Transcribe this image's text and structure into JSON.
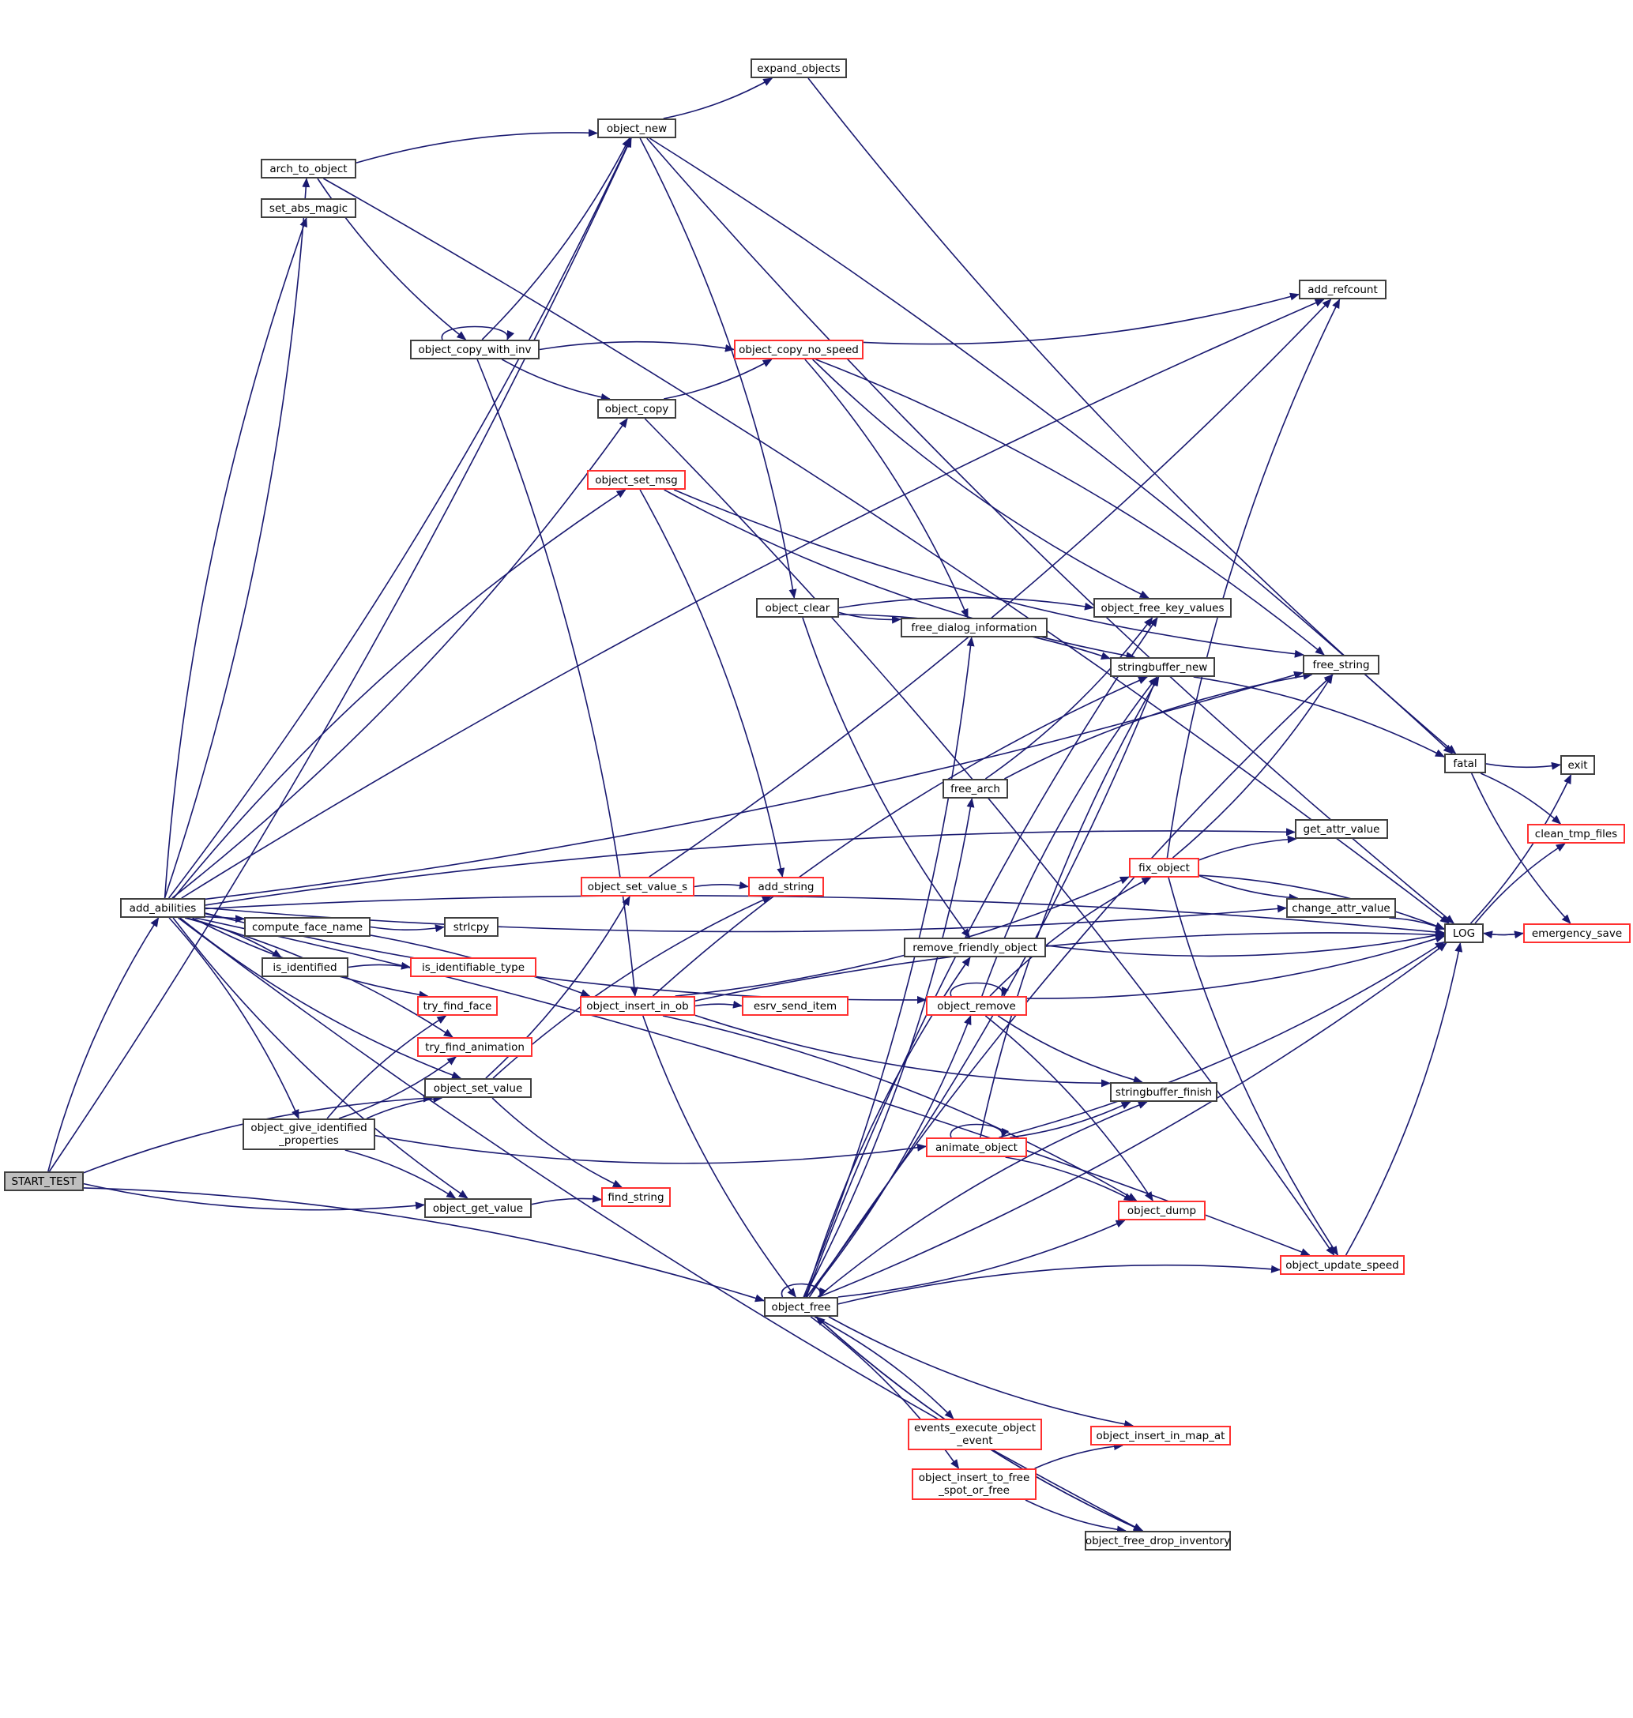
{
  "title": "START_TEST call graph",
  "colors": {
    "edge": "#191970",
    "node_border": "#404040",
    "external_border": "#ff3030",
    "root_fill": "#bfbfbf"
  },
  "nodes": [
    {
      "id": "START_TEST",
      "label": "START_TEST",
      "kind": "root"
    },
    {
      "id": "add_abilities",
      "label": "add_abilities",
      "kind": "normal"
    },
    {
      "id": "arch_to_object",
      "label": "arch_to_object",
      "kind": "normal"
    },
    {
      "id": "set_abs_magic",
      "label": "set_abs_magic",
      "kind": "normal"
    },
    {
      "id": "object_new",
      "label": "object_new",
      "kind": "normal"
    },
    {
      "id": "expand_objects",
      "label": "expand_objects",
      "kind": "normal"
    },
    {
      "id": "object_copy_with_inv",
      "label": "object_copy_with_inv",
      "kind": "normal"
    },
    {
      "id": "object_copy_no_speed",
      "label": "object_copy_no_speed",
      "kind": "external"
    },
    {
      "id": "add_refcount",
      "label": "add_refcount",
      "kind": "normal"
    },
    {
      "id": "object_copy",
      "label": "object_copy",
      "kind": "normal"
    },
    {
      "id": "object_set_msg",
      "label": "object_set_msg",
      "kind": "external"
    },
    {
      "id": "object_clear",
      "label": "object_clear",
      "kind": "normal"
    },
    {
      "id": "free_dialog_information",
      "label": "free_dialog_information",
      "kind": "normal"
    },
    {
      "id": "object_free_key_values",
      "label": "object_free_key_values",
      "kind": "normal"
    },
    {
      "id": "stringbuffer_new",
      "label": "stringbuffer_new",
      "kind": "normal"
    },
    {
      "id": "free_string",
      "label": "free_string",
      "kind": "normal"
    },
    {
      "id": "fatal",
      "label": "fatal",
      "kind": "normal"
    },
    {
      "id": "exit",
      "label": "exit",
      "kind": "normal"
    },
    {
      "id": "free_arch",
      "label": "free_arch",
      "kind": "normal"
    },
    {
      "id": "get_attr_value",
      "label": "get_attr_value",
      "kind": "normal"
    },
    {
      "id": "clean_tmp_files",
      "label": "clean_tmp_files",
      "kind": "external"
    },
    {
      "id": "fix_object",
      "label": "fix_object",
      "kind": "external"
    },
    {
      "id": "object_set_value_s",
      "label": "object_set_value_s",
      "kind": "external"
    },
    {
      "id": "add_string",
      "label": "add_string",
      "kind": "external"
    },
    {
      "id": "change_attr_value",
      "label": "change_attr_value",
      "kind": "normal"
    },
    {
      "id": "LOG",
      "label": "LOG",
      "kind": "normal"
    },
    {
      "id": "emergency_save",
      "label": "emergency_save",
      "kind": "external"
    },
    {
      "id": "compute_face_name",
      "label": "compute_face_name",
      "kind": "normal"
    },
    {
      "id": "strlcpy",
      "label": "strlcpy",
      "kind": "normal"
    },
    {
      "id": "remove_friendly_object",
      "label": "remove_friendly_object",
      "kind": "normal"
    },
    {
      "id": "is_identified",
      "label": "is_identified",
      "kind": "normal"
    },
    {
      "id": "is_identifiable_type",
      "label": "is_identifiable_type",
      "kind": "external"
    },
    {
      "id": "object_insert_in_ob",
      "label": "object_insert_in_ob",
      "kind": "external"
    },
    {
      "id": "esrv_send_item",
      "label": "esrv_send_item",
      "kind": "external"
    },
    {
      "id": "object_remove",
      "label": "object_remove",
      "kind": "external"
    },
    {
      "id": "try_find_face",
      "label": "try_find_face",
      "kind": "external"
    },
    {
      "id": "try_find_animation",
      "label": "try_find_animation",
      "kind": "external"
    },
    {
      "id": "object_set_value",
      "label": "object_set_value",
      "kind": "normal"
    },
    {
      "id": "stringbuffer_finish",
      "label": "stringbuffer_finish",
      "kind": "normal"
    },
    {
      "id": "object_give_identified_properties",
      "label": "object_give_identified\n_properties",
      "kind": "normal"
    },
    {
      "id": "animate_object",
      "label": "animate_object",
      "kind": "external"
    },
    {
      "id": "object_get_value",
      "label": "object_get_value",
      "kind": "normal"
    },
    {
      "id": "find_string",
      "label": "find_string",
      "kind": "external"
    },
    {
      "id": "object_dump",
      "label": "object_dump",
      "kind": "external"
    },
    {
      "id": "object_update_speed",
      "label": "object_update_speed",
      "kind": "external"
    },
    {
      "id": "object_free",
      "label": "object_free",
      "kind": "normal"
    },
    {
      "id": "events_execute_object_event",
      "label": "events_execute_object\n_event",
      "kind": "external"
    },
    {
      "id": "object_insert_in_map_at",
      "label": "object_insert_in_map_at",
      "kind": "external"
    },
    {
      "id": "object_insert_to_free_spot_or_free",
      "label": "object_insert_to_free\n_spot_or_free",
      "kind": "external"
    },
    {
      "id": "object_free_drop_inventory",
      "label": "object_free_drop_inventory",
      "kind": "normal"
    }
  ],
  "edges": [
    [
      "START_TEST",
      "add_abilities"
    ],
    [
      "START_TEST",
      "object_new"
    ],
    [
      "START_TEST",
      "object_set_value"
    ],
    [
      "START_TEST",
      "object_get_value"
    ],
    [
      "START_TEST",
      "object_free"
    ],
    [
      "add_abilities",
      "arch_to_object"
    ],
    [
      "add_abilities",
      "set_abs_magic"
    ],
    [
      "add_abilities",
      "object_new"
    ],
    [
      "add_abilities",
      "add_refcount"
    ],
    [
      "add_abilities",
      "object_copy"
    ],
    [
      "add_abilities",
      "object_set_msg"
    ],
    [
      "add_abilities",
      "free_string"
    ],
    [
      "add_abilities",
      "get_attr_value"
    ],
    [
      "add_abilities",
      "change_attr_value"
    ],
    [
      "add_abilities",
      "object_insert_in_ob"
    ],
    [
      "add_abilities",
      "compute_face_name"
    ],
    [
      "add_abilities",
      "is_identified"
    ],
    [
      "add_abilities",
      "try_find_face"
    ],
    [
      "add_abilities",
      "try_find_animation"
    ],
    [
      "add_abilities",
      "object_set_value"
    ],
    [
      "add_abilities",
      "object_give_identified_properties"
    ],
    [
      "add_abilities",
      "object_get_value"
    ],
    [
      "add_abilities",
      "object_update_speed"
    ],
    [
      "add_abilities",
      "object_free_drop_inventory"
    ],
    [
      "add_abilities",
      "LOG"
    ],
    [
      "add_abilities",
      "object_remove"
    ],
    [
      "arch_to_object",
      "object_new"
    ],
    [
      "arch_to_object",
      "object_copy_with_inv"
    ],
    [
      "arch_to_object",
      "LOG"
    ],
    [
      "object_new",
      "expand_objects"
    ],
    [
      "object_new",
      "fatal"
    ],
    [
      "object_new",
      "LOG"
    ],
    [
      "object_new",
      "object_clear"
    ],
    [
      "expand_objects",
      "fatal"
    ],
    [
      "object_copy_with_inv",
      "object_copy_with_inv"
    ],
    [
      "object_copy_with_inv",
      "object_new"
    ],
    [
      "object_copy_with_inv",
      "object_copy_no_speed"
    ],
    [
      "object_copy_with_inv",
      "object_copy"
    ],
    [
      "object_copy_with_inv",
      "object_insert_in_ob"
    ],
    [
      "object_copy_no_speed",
      "add_refcount"
    ],
    [
      "object_copy_no_speed",
      "free_string"
    ],
    [
      "object_copy_no_speed",
      "object_free_key_values"
    ],
    [
      "object_copy_no_speed",
      "free_dialog_information"
    ],
    [
      "object_copy",
      "object_copy_no_speed"
    ],
    [
      "object_copy",
      "object_update_speed"
    ],
    [
      "object_set_msg",
      "free_string"
    ],
    [
      "object_set_msg",
      "add_string"
    ],
    [
      "object_set_msg",
      "stringbuffer_new"
    ],
    [
      "object_clear",
      "object_free_key_values"
    ],
    [
      "object_clear",
      "free_dialog_information"
    ],
    [
      "object_clear",
      "stringbuffer_new"
    ],
    [
      "object_clear",
      "remove_friendly_object"
    ],
    [
      "stringbuffer_new",
      "fatal"
    ],
    [
      "fatal",
      "exit"
    ],
    [
      "fatal",
      "clean_tmp_files"
    ],
    [
      "fatal",
      "emergency_save"
    ],
    [
      "free_arch",
      "free_string"
    ],
    [
      "free_arch",
      "object_free_key_values"
    ],
    [
      "fix_object",
      "add_refcount"
    ],
    [
      "fix_object",
      "free_string"
    ],
    [
      "fix_object",
      "get_attr_value"
    ],
    [
      "fix_object",
      "change_attr_value"
    ],
    [
      "fix_object",
      "LOG"
    ],
    [
      "fix_object",
      "object_update_speed"
    ],
    [
      "object_set_value_s",
      "add_string"
    ],
    [
      "object_set_value_s",
      "add_refcount"
    ],
    [
      "change_attr_value",
      "LOG"
    ],
    [
      "LOG",
      "exit"
    ],
    [
      "LOG",
      "clean_tmp_files"
    ],
    [
      "LOG",
      "emergency_save"
    ],
    [
      "emergency_save",
      "LOG"
    ],
    [
      "compute_face_name",
      "strlcpy"
    ],
    [
      "is_identified",
      "is_identifiable_type"
    ],
    [
      "remove_friendly_object",
      "LOG"
    ],
    [
      "object_insert_in_ob",
      "esrv_send_item"
    ],
    [
      "object_insert_in_ob",
      "fix_object"
    ],
    [
      "object_insert_in_ob",
      "LOG"
    ],
    [
      "object_insert_in_ob",
      "stringbuffer_finish"
    ],
    [
      "object_insert_in_ob",
      "object_dump"
    ],
    [
      "object_insert_in_ob",
      "object_free"
    ],
    [
      "object_insert_in_ob",
      "stringbuffer_new"
    ],
    [
      "object_remove",
      "object_remove"
    ],
    [
      "object_remove",
      "fix_object"
    ],
    [
      "object_remove",
      "LOG"
    ],
    [
      "object_remove",
      "stringbuffer_new"
    ],
    [
      "object_remove",
      "stringbuffer_finish"
    ],
    [
      "object_remove",
      "object_dump"
    ],
    [
      "object_set_value",
      "object_set_value_s"
    ],
    [
      "object_set_value",
      "add_string"
    ],
    [
      "object_set_value",
      "find_string"
    ],
    [
      "object_give_identified_properties",
      "try_find_face"
    ],
    [
      "object_give_identified_properties",
      "try_find_animation"
    ],
    [
      "object_give_identified_properties",
      "object_set_value"
    ],
    [
      "object_give_identified_properties",
      "animate_object"
    ],
    [
      "object_give_identified_properties",
      "object_get_value"
    ],
    [
      "animate_object",
      "animate_object"
    ],
    [
      "animate_object",
      "stringbuffer_new"
    ],
    [
      "animate_object",
      "stringbuffer_finish"
    ],
    [
      "animate_object",
      "object_dump"
    ],
    [
      "animate_object",
      "LOG"
    ],
    [
      "object_get_value",
      "find_string"
    ],
    [
      "object_update_speed",
      "LOG"
    ],
    [
      "object_free",
      "object_free"
    ],
    [
      "object_free",
      "free_dialog_information"
    ],
    [
      "object_free",
      "object_free_key_values"
    ],
    [
      "object_free",
      "stringbuffer_new"
    ],
    [
      "object_free",
      "free_string"
    ],
    [
      "object_free",
      "free_arch"
    ],
    [
      "object_free",
      "remove_friendly_object"
    ],
    [
      "object_free",
      "object_remove"
    ],
    [
      "object_free",
      "stringbuffer_finish"
    ],
    [
      "object_free",
      "object_dump"
    ],
    [
      "object_free",
      "object_update_speed"
    ],
    [
      "object_free",
      "LOG"
    ],
    [
      "object_free",
      "events_execute_object_event"
    ],
    [
      "object_free",
      "object_insert_in_map_at"
    ],
    [
      "object_free",
      "object_insert_to_free_spot_or_free"
    ],
    [
      "object_free",
      "object_free_drop_inventory"
    ],
    [
      "object_insert_to_free_spot_or_free",
      "object_insert_in_map_at"
    ],
    [
      "object_insert_to_free_spot_or_free",
      "object_free_drop_inventory"
    ],
    [
      "object_free_drop_inventory",
      "object_free"
    ]
  ]
}
